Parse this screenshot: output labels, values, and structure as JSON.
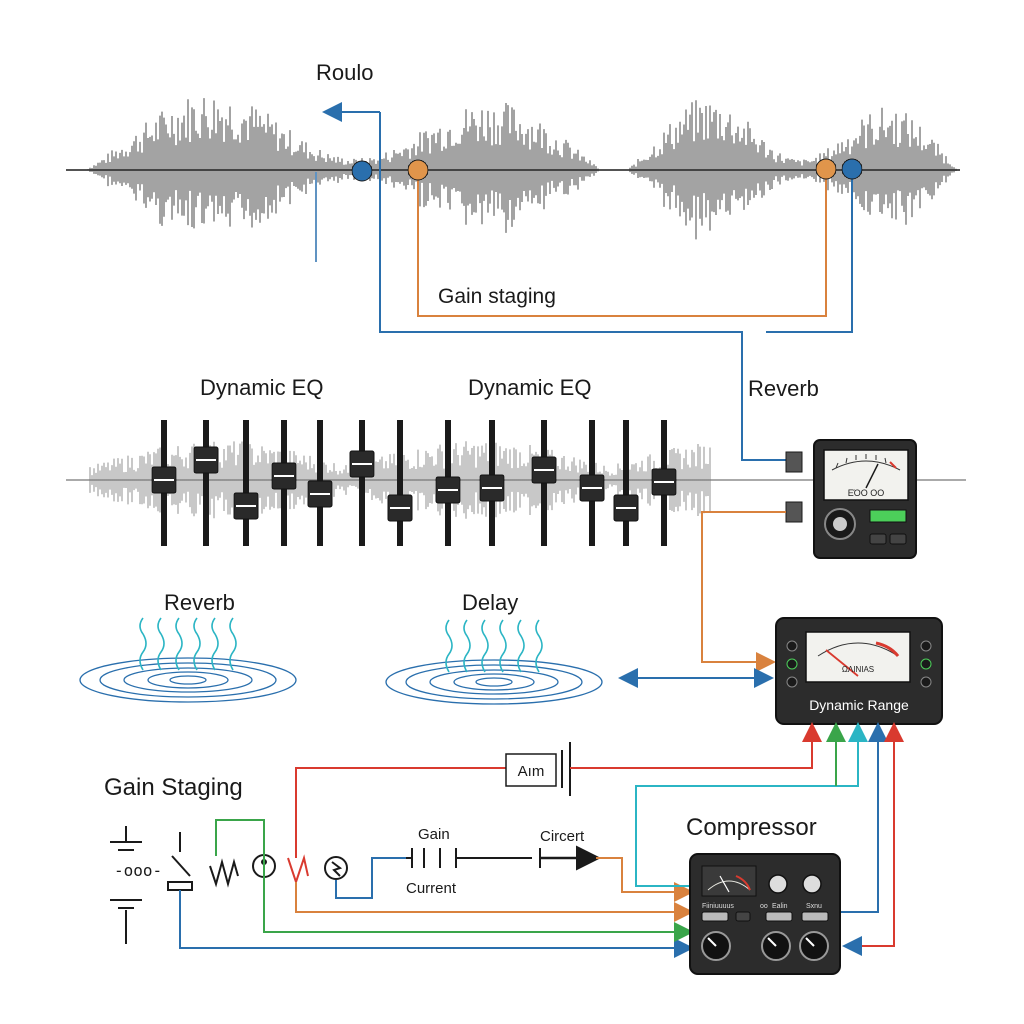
{
  "colors": {
    "blue": "#2a6fad",
    "orange": "#d9823e",
    "red": "#d93a2f",
    "green": "#3aa54a",
    "teal": "#2bb5c4",
    "ink": "#1a1a1a",
    "device": "#2c2c2c",
    "screen_green": "#4ccf5a"
  },
  "labels": {
    "roulo": "Roulo",
    "gain_staging_top": "Gain staging",
    "reverb_top": "Reverb",
    "dynamic_eq_left": "Dynamic EQ",
    "dynamic_eq_right": "Dynamic EQ",
    "reverb_ripple": "Reverb",
    "delay_ripple": "Delay",
    "gain_staging_circuit": "Gain Staging",
    "compressor": "Compressor",
    "dynamic_range": "Dynamic Range",
    "aim_box": "Aım",
    "gain": "Gain",
    "current": "Current",
    "circert": "Circert"
  },
  "devices": {
    "reverb_meter_scale": "ΕΌΟ  ΟΟ",
    "dynamic_range_meter_caption": "ΩΛΙΝΙΑS",
    "compressor_label_left": "Fiiniuuuus",
    "compressor_label_mid": "oo",
    "compressor_label_k1": "Ealin",
    "compressor_label_k2": "Sxnu"
  },
  "icons": {
    "circuit_symbols": [
      "battery-icon",
      "switch-icon",
      "resistor-icon",
      "lamp-icon",
      "heating-element-icon",
      "voltage-source-icon"
    ],
    "ripple_symbols": [
      "reverb-ripple-icon",
      "delay-ripple-icon"
    ]
  }
}
